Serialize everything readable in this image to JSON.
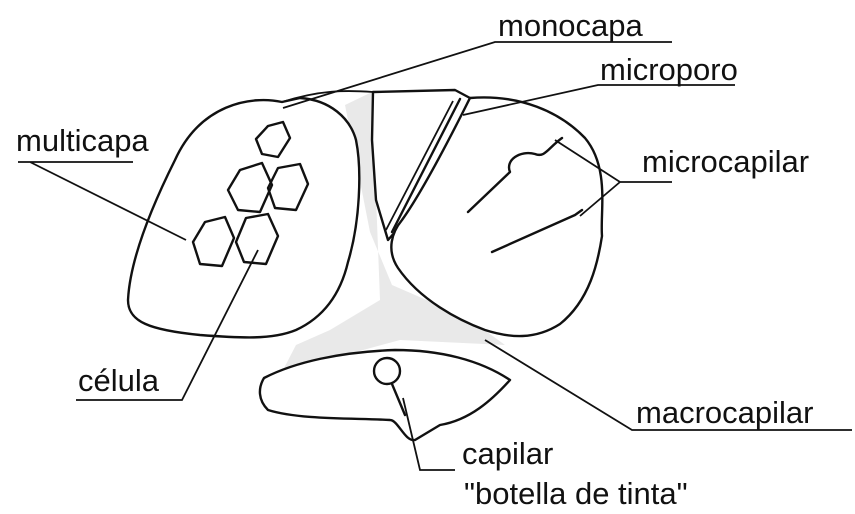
{
  "labels": {
    "monocapa": "monocapa",
    "microporo": "microporo",
    "multicapa": "multicapa",
    "microcapilar": "microcapilar",
    "celula": "célula",
    "macrocapilar": "macrocapilar",
    "capilar_line1": "capilar",
    "capilar_line2": "\"botella de tinta\""
  }
}
